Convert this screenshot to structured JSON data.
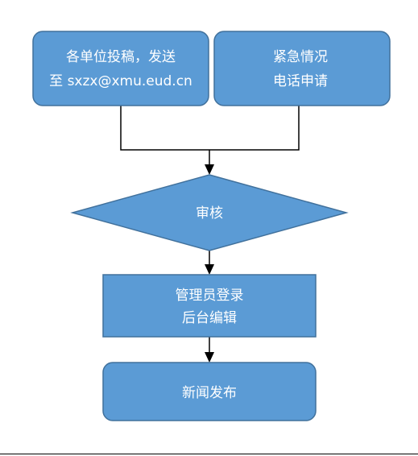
{
  "colors": {
    "node_fill": "#5b9bd5",
    "node_stroke": "#41719c",
    "text": "#ffffff",
    "connector": "#000000"
  },
  "nodes": {
    "submit": {
      "line1": "各单位投稿，发送",
      "line2": "至 sxzx@xmu.eud.cn"
    },
    "emergency": {
      "line1": "紧急情况",
      "line2": "电话申请"
    },
    "review": {
      "label": "审核"
    },
    "admin_edit": {
      "line1": "管理员登录",
      "line2": "后台编辑"
    },
    "publish": {
      "label": "新闻发布"
    }
  }
}
